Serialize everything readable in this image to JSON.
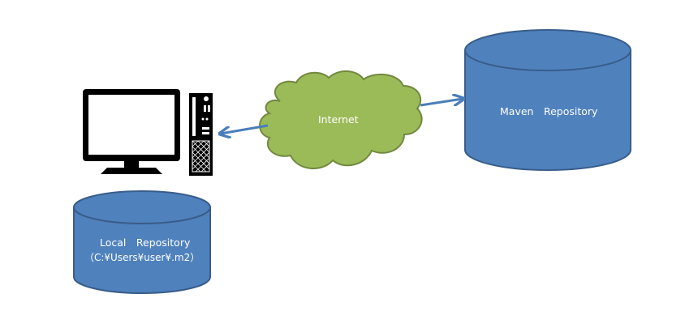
{
  "nodes": {
    "local_repository": {
      "label": "Local　Repository",
      "path": "（C:¥Users¥user¥.m2）"
    },
    "internet": {
      "label": "Internet"
    },
    "maven_repository": {
      "label": "Maven　Repository"
    }
  },
  "colors": {
    "cylinder_fill": "#4f81bd",
    "cylinder_stroke": "#385d8a",
    "cloud_fill": "#9bbb59",
    "cloud_stroke": "#71893f",
    "arrow": "#4a7ebb",
    "computer": "#000000"
  },
  "icons": {
    "computer": "desktop-computer-icon"
  }
}
